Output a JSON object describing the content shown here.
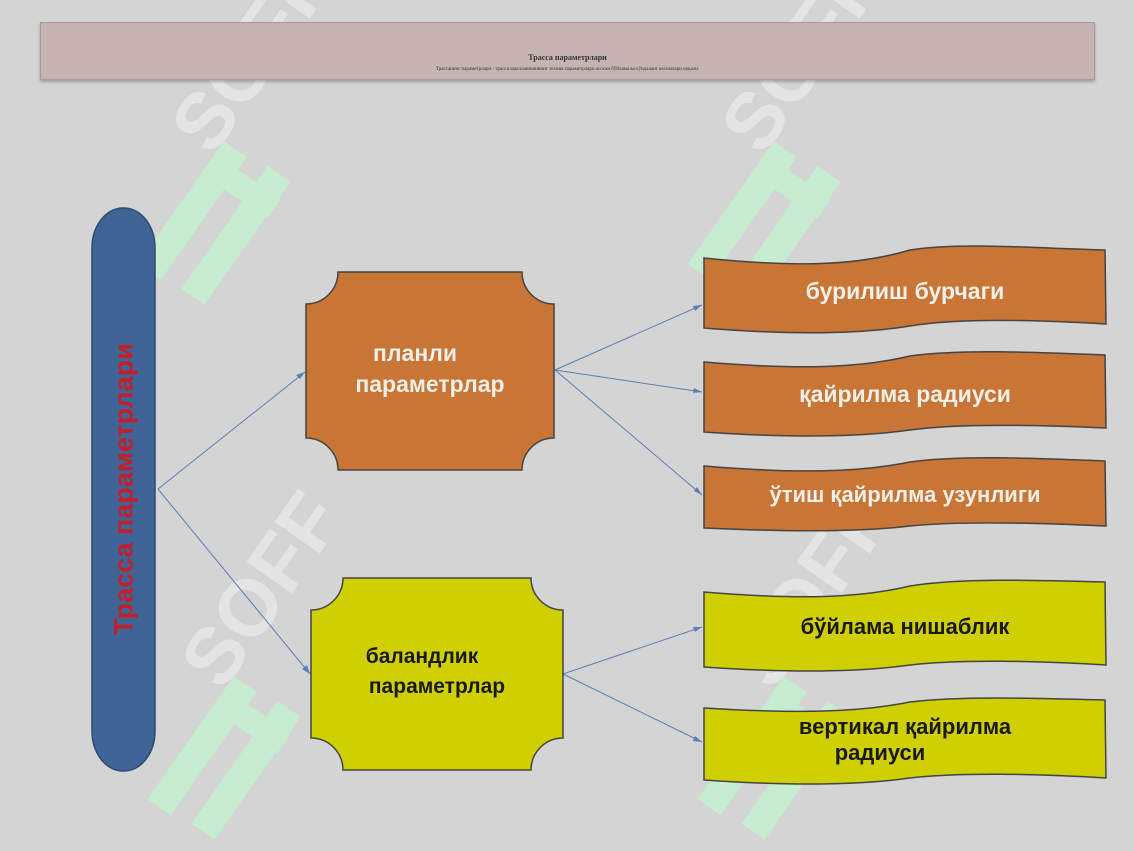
{
  "header": {
    "title": "Трасса параметрлари",
    "subtitle": "Трассанинг параметрлари - трасса шаклланишининг техник параметрлари асосан бўйлама ва кўндаланг кесимлари орқали."
  },
  "root": {
    "label": "Трасса параметрлари"
  },
  "groups": [
    {
      "label_line1": "планли",
      "label_line2": "параметрлар",
      "children": [
        "бурилиш  бурчаги",
        "қайрилма  радиуси",
        "ўтиш  қайрилма  узунлиги"
      ]
    },
    {
      "label_line1": "баландлик",
      "label_line2": "параметрлар",
      "children_line1": [
        "бўйлама  нишаблик",
        "вертикал  қайрилма"
      ],
      "children_line2": [
        "",
        "радиуси"
      ]
    }
  ],
  "watermark": {
    "text": "SOFF"
  },
  "colors": {
    "background": "#d4d4d4",
    "root_fill": "#3f6596",
    "root_text": "#c0202a",
    "orange": "#c87536",
    "yellow": "#d0cf00",
    "connector": "#5b7fb3",
    "watermark_green": "#bfe8c9"
  }
}
